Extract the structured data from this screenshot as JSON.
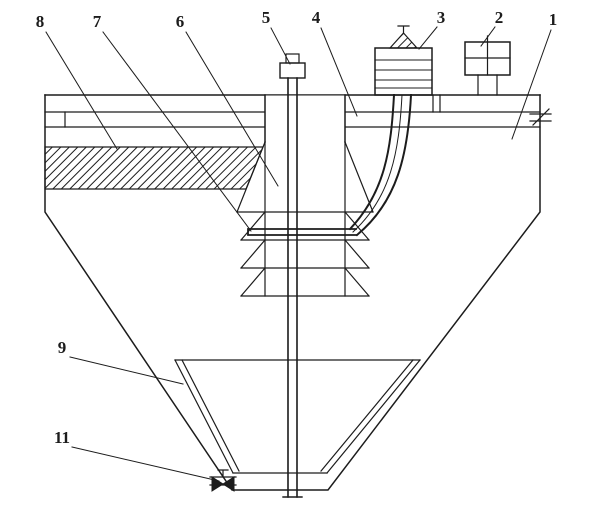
{
  "figure": {
    "background": "#ffffff",
    "stroke": "#1c1c1c",
    "callouts": [
      {
        "label": "8"
      },
      {
        "label": "7"
      },
      {
        "label": "6"
      },
      {
        "label": "5"
      },
      {
        "label": "4"
      },
      {
        "label": "3"
      },
      {
        "label": "2"
      },
      {
        "label": "1"
      },
      {
        "label": "9"
      },
      {
        "label": "11"
      }
    ]
  }
}
